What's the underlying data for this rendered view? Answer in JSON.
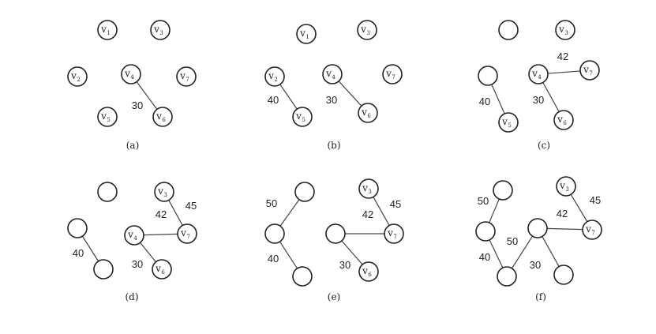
{
  "panels": [
    {
      "caption": "(a)",
      "nodes": [
        {
          "label": "v",
          "sub": "1"
        },
        {
          "label": "v",
          "sub": "3"
        },
        {
          "label": "v",
          "sub": "2"
        },
        {
          "label": "v",
          "sub": "4"
        },
        {
          "label": "v",
          "sub": "7"
        },
        {
          "label": "v",
          "sub": "5"
        },
        {
          "label": "v",
          "sub": "6"
        }
      ],
      "edges": [
        {
          "weight": "30"
        }
      ]
    },
    {
      "caption": "(b)",
      "nodes": [
        {
          "label": "v",
          "sub": "1"
        },
        {
          "label": "v",
          "sub": "3"
        },
        {
          "label": "v",
          "sub": "2"
        },
        {
          "label": "v",
          "sub": "4"
        },
        {
          "label": "v",
          "sub": "7"
        },
        {
          "label": "v",
          "sub": "5"
        },
        {
          "label": "v",
          "sub": "6"
        }
      ],
      "edges": [
        {
          "weight": "40"
        },
        {
          "weight": "30"
        }
      ]
    },
    {
      "caption": "(c)",
      "nodes": [
        {
          "label": "",
          "sub": ""
        },
        {
          "label": "v",
          "sub": "3"
        },
        {
          "label": "",
          "sub": ""
        },
        {
          "label": "v",
          "sub": "4"
        },
        {
          "label": "v",
          "sub": "7"
        },
        {
          "label": "v",
          "sub": "5"
        },
        {
          "label": "v",
          "sub": "6"
        }
      ],
      "edges": [
        {
          "weight": "40"
        },
        {
          "weight": "30"
        },
        {
          "weight": "42"
        }
      ]
    },
    {
      "caption": "(d)",
      "nodes": [
        {
          "label": "",
          "sub": ""
        },
        {
          "label": "v",
          "sub": "3"
        },
        {
          "label": "",
          "sub": ""
        },
        {
          "label": "v",
          "sub": "4"
        },
        {
          "label": "v",
          "sub": "7"
        },
        {
          "label": "",
          "sub": ""
        },
        {
          "label": "v",
          "sub": "6"
        }
      ],
      "edges": [
        {
          "weight": "40"
        },
        {
          "weight": "30"
        },
        {
          "weight": "42"
        },
        {
          "weight": "45"
        }
      ]
    },
    {
      "caption": "(e)",
      "nodes": [
        {
          "label": "",
          "sub": ""
        },
        {
          "label": "v",
          "sub": "3"
        },
        {
          "label": "",
          "sub": ""
        },
        {
          "label": "",
          "sub": ""
        },
        {
          "label": "v",
          "sub": "7"
        },
        {
          "label": "",
          "sub": ""
        },
        {
          "label": "v",
          "sub": "6"
        }
      ],
      "edges": [
        {
          "weight": "50"
        },
        {
          "weight": "40"
        },
        {
          "weight": "30"
        },
        {
          "weight": "42"
        },
        {
          "weight": "45"
        }
      ]
    },
    {
      "caption": "(f)",
      "nodes": [
        {
          "label": "",
          "sub": ""
        },
        {
          "label": "v",
          "sub": "3"
        },
        {
          "label": "",
          "sub": ""
        },
        {
          "label": "",
          "sub": ""
        },
        {
          "label": "v",
          "sub": "7"
        },
        {
          "label": "",
          "sub": ""
        },
        {
          "label": "",
          "sub": ""
        }
      ],
      "edges": [
        {
          "weight": "50"
        },
        {
          "weight": "40"
        },
        {
          "weight": "50"
        },
        {
          "weight": "30"
        },
        {
          "weight": "42"
        },
        {
          "weight": "45"
        }
      ]
    }
  ]
}
